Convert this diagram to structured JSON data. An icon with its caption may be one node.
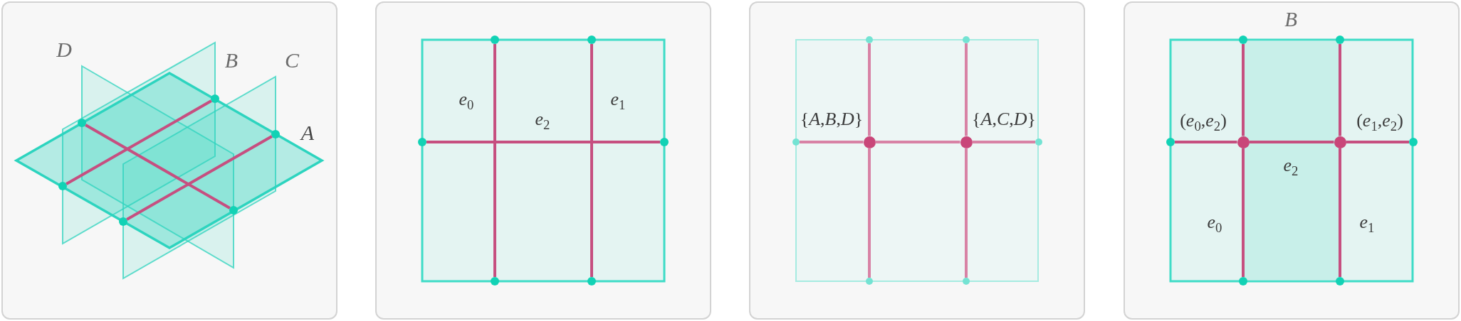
{
  "diagram": {
    "nodes": [
      {
        "text": [],
        "shape": "box"
      },
      {
        "text": [],
        "shape": "circle",
        "in": 0
      },
      {
        "text": [],
        "shape": "circle",
        "in": 0
      },
      {
        "text": [],
        "shape": "circle",
        "in": 0
      },
      {
        "text": [],
        "shape": "circle",
        "in": 0
      },
      {
        "text": [],
        "shape": "circle",
        "in": 0
      },
      {
        "text": [],
        "shape": "circle",
        "in": 0
      },
      {
        "text": [],
        "shape": "box"
      },
      {
        "text": [],
        "shape": "circle",
        "in": 7
      },
      {
        "text": [],
        "shape": "circle",
        "in": 7
      },
      {
        "text": [],
        "shape": "circle",
        "in": 7
      },
      {
        "text": [],
        "shape": "circle",
        "in": 7
      },
      {
        "text": [],
        "shape": "circle",
        "in": 7
      },
      {
        "text": [],
        "shape": "circle",
        "in": 7
      },
      {
        "text": [],
        "shape": "box"
      },
      {
        "text": [],
        "shape": "circle",
        "in": 14
      },
      {
        "text": [],
        "shape": "circle",
        "in": 14
      },
      {
        "text": [],
        "shape": "circle",
        "in": 14,
        "beside": [
          "{*A*,*B*,*D*}"
        ]
      },
      {
        "text": [],
        "shape": "circle",
        "in": 14
      },
      {
        "text": [],
        "shape": "circle",
        "in": 14
      },
      {
        "text": [],
        "shape": "circle",
        "in": 14,
        "beside": [
          "{*A*,*C*,*D*}"
        ]
      },
      {
        "text": [],
        "shape": "circle",
        "in": 14
      },
      {
        "text": [],
        "shape": "circle",
        "in": 14
      },
      {
        "text": [],
        "shape": "box"
      },
      {
        "text": [],
        "shape": "circle",
        "in": 23
      },
      {
        "text": [],
        "shape": "circle",
        "in": 23
      },
      {
        "text": [],
        "shape": "circle",
        "in": 23,
        "beside": [
          "(*e*$_{0}$,*e*$_{2}$)"
        ]
      },
      {
        "text": [],
        "shape": "circle",
        "in": 23
      },
      {
        "text": [],
        "shape": "circle",
        "in": 23
      },
      {
        "text": [],
        "shape": "circle",
        "in": 23,
        "beside": [
          "(*e*$_{1}$,*e*$_{2}$)"
        ]
      },
      {
        "text": [],
        "shape": "circle",
        "in": 23
      },
      {
        "text": [],
        "shape": "circle",
        "in": 23
      }
    ],
    "edges": [
      {
        "from": 1,
        "to": 4,
        "arrow": "none"
      },
      {
        "from": 2,
        "to": 5,
        "arrow": "none"
      },
      {
        "from": 3,
        "to": 6,
        "arrow": "none"
      },
      {
        "from": 9,
        "to": 10,
        "arrow": "none",
        "label": "*e*$_{0}$"
      },
      {
        "from": 8,
        "to": 13,
        "arrow": "none",
        "label": "*e*$_{2}$"
      },
      {
        "from": 11,
        "to": 12,
        "arrow": "none",
        "label": "*e*$_{1}$"
      },
      {
        "from": 16,
        "to": 17,
        "arrow": "none",
        "color": "#d882a5"
      },
      {
        "from": 17,
        "to": 18,
        "arrow": "none",
        "color": "#d882a5"
      },
      {
        "from": 15,
        "to": 17,
        "arrow": "none",
        "color": "#d882a5"
      },
      {
        "from": 17,
        "to": 20,
        "arrow": "none",
        "color": "#d882a5"
      },
      {
        "from": 20,
        "to": 22,
        "arrow": "none",
        "color": "#d882a5"
      },
      {
        "from": 19,
        "to": 20,
        "arrow": "none",
        "color": "#d882a5"
      },
      {
        "from": 20,
        "to": 21,
        "arrow": "none",
        "color": "#d882a5"
      },
      {
        "from": 25,
        "to": 26,
        "arrow": "none"
      },
      {
        "from": 26,
        "to": 27,
        "arrow": "none",
        "label": "*e*$_{0}$"
      },
      {
        "from": 24,
        "to": 26,
        "arrow": "none"
      },
      {
        "from": 26,
        "to": 29,
        "arrow": "none",
        "label": "*e*$_{2}$"
      },
      {
        "from": 29,
        "to": 31,
        "arrow": "none"
      },
      {
        "from": 28,
        "to": 29,
        "arrow": "none"
      },
      {
        "from": 29,
        "to": 30,
        "arrow": "none",
        "label": "*e*$_{1}$"
      }
    ],
    "labels": [
      "D",
      "B",
      "C",
      "A",
      "B"
    ]
  }
}
